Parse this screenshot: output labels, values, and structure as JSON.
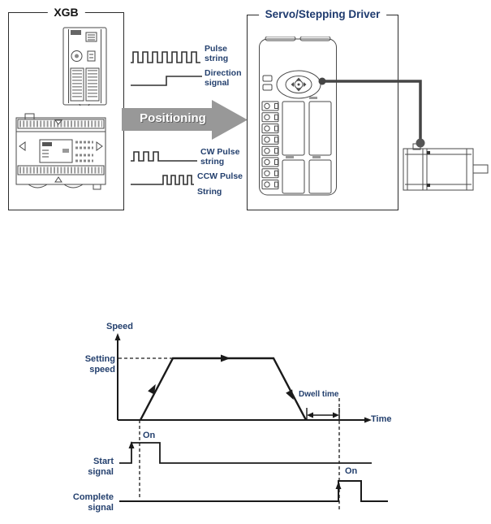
{
  "colors": {
    "label_navy": "#24406e",
    "servo_title_navy": "#1e3a6e",
    "positioning_arrow_gray": "#989898",
    "diagram_line": "#1a1a1a",
    "cable_gray": "#454545"
  },
  "top_diagram": {
    "xgb_box": {
      "title": "XGB"
    },
    "servo_box": {
      "title": "Servo/Stepping Driver"
    },
    "positioning_arrow": {
      "label": "Positioning"
    },
    "signal_labels": {
      "pulse_string": "Pulse\nstring",
      "direction_signal": "Direction\nsignal",
      "cw_pulse_string": "CW Pulse\nstring",
      "ccw_pulse_line1": "CCW Pulse",
      "ccw_pulse_line2": "String"
    }
  },
  "speed_graph": {
    "y_axis_label": "Speed",
    "x_axis_label": "Time",
    "setting_speed_label": "Setting\nspeed",
    "dwell_time_label": "Dwell time",
    "start_signal": {
      "label": "Start\nsignal",
      "on_label": "On"
    },
    "complete_signal": {
      "label": "Complete\nsignal",
      "on_label": "On"
    }
  }
}
